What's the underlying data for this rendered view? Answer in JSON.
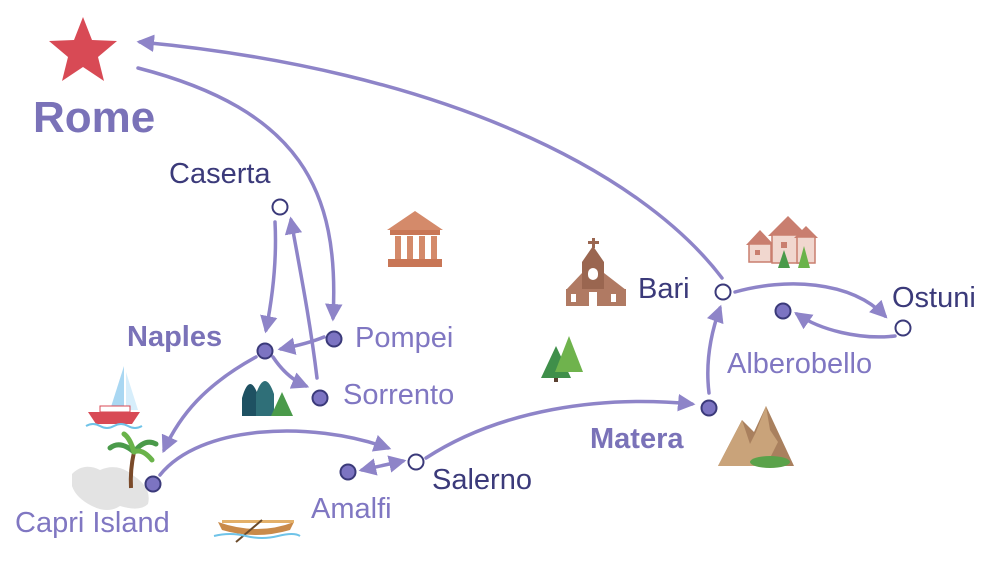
{
  "colors": {
    "route": "#8e84c8",
    "city_text": "#3b3a7a",
    "muted_text": "#7a72b8",
    "label_text": "#8077c2",
    "star": "#d84a55",
    "node_fill": "#7c74c2",
    "node_stroke": "#3b3a7a",
    "node_hollow": "#ffffff"
  },
  "cities": {
    "rome": "Rome",
    "caserta": "Caserta",
    "naples": "Naples",
    "pompei": "Pompei",
    "sorrento": "Sorrento",
    "capri": "Capri Island",
    "amalfi": "Amalfi",
    "salerno": "Salerno",
    "matera": "Matera",
    "bari": "Bari",
    "ostuni": "Ostuni",
    "alberobello": "Alberobello"
  },
  "icons": [
    "star-icon",
    "temple-icon",
    "church-icon",
    "houses-icon",
    "trees-icon",
    "mountain-icon",
    "sailboat-icon",
    "palm-tree-icon",
    "island-icon",
    "canoe-icon"
  ]
}
